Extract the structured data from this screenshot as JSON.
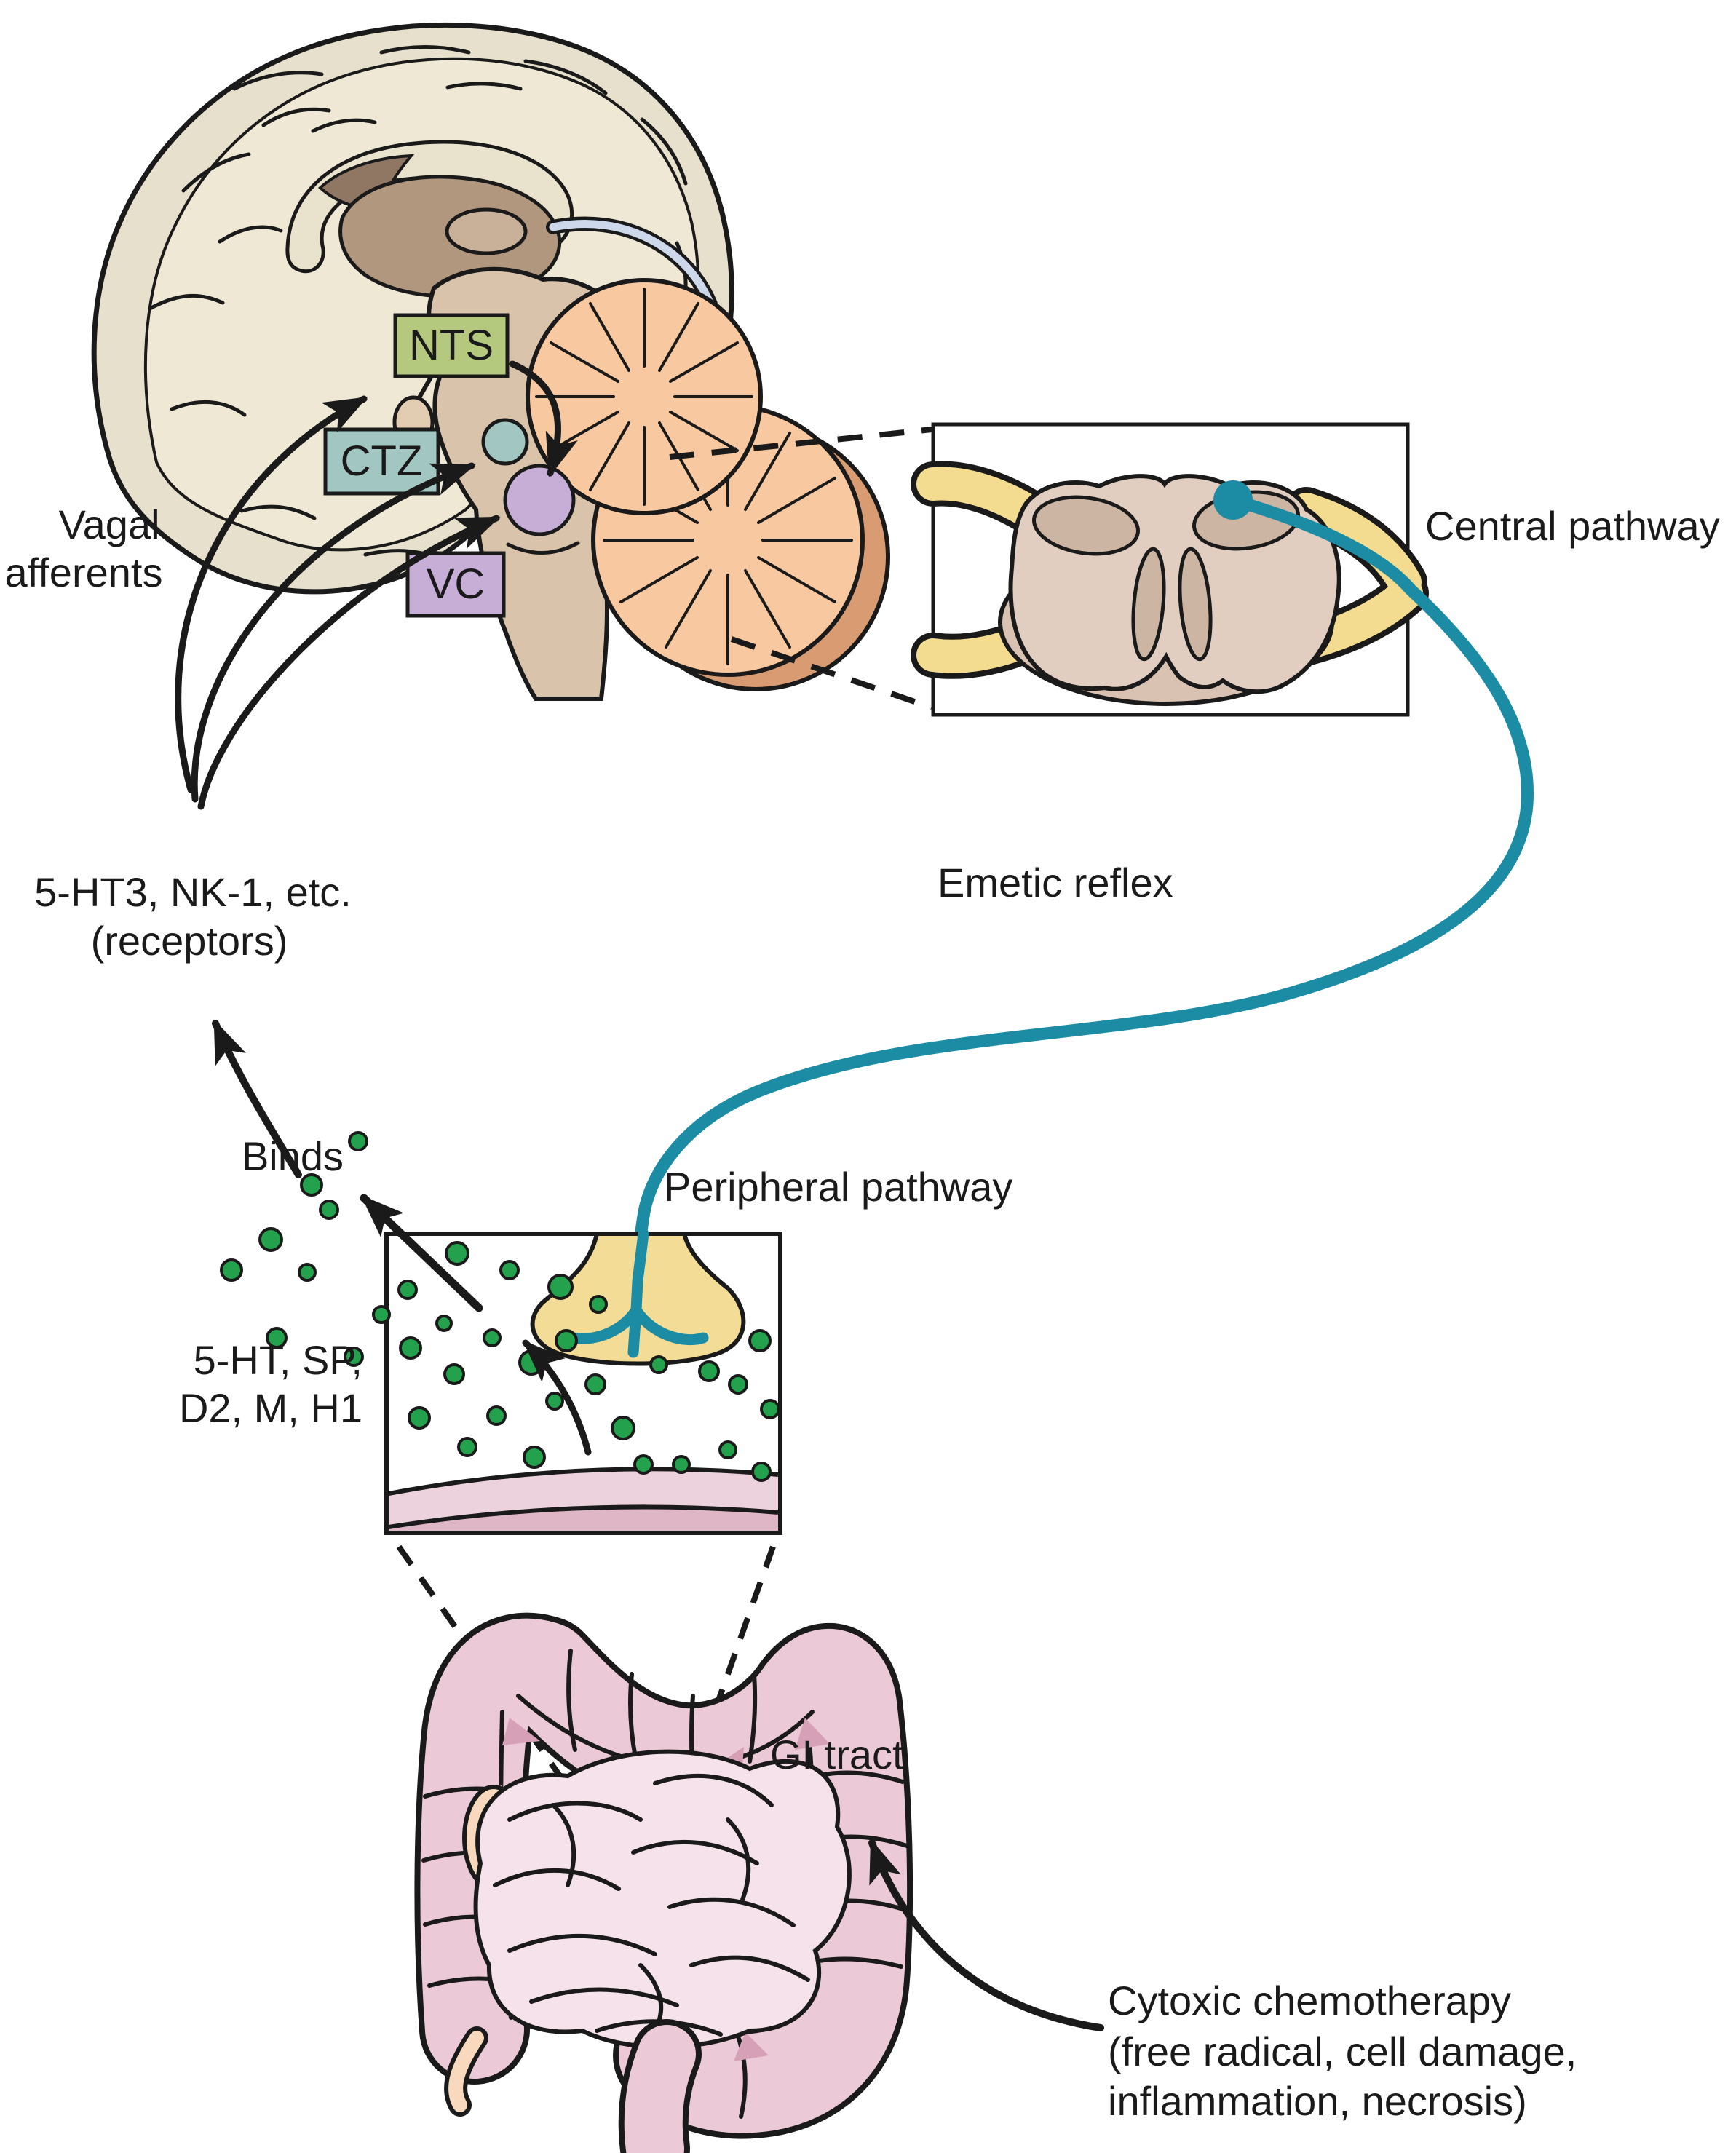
{
  "labels": {
    "vagal_line1": "Vagal",
    "vagal_line2": "afferents",
    "nts": "NTS",
    "ctz": "CTZ",
    "vc": "VC",
    "central_pathway": "Central pathway",
    "emetic_reflex": "Emetic reflex",
    "receptors_line1": "5-HT3, NK-1, etc.",
    "receptors_line2": "(receptors)",
    "binds": "Binds",
    "peripheral_pathway": "Peripheral pathway",
    "transmitters_line1": "5-HT, SP,",
    "transmitters_line2": "D2, M, H1",
    "gi_tract": "GI tract",
    "chemo_line1": "Cytoxic chemotherapy",
    "chemo_line2": "(free radical, cell damage,",
    "chemo_line3": "inflammation, necrosis)"
  },
  "colors": {
    "pathway_teal": "#1b8ca4",
    "nts_green": "#b5c97e",
    "ctz_teal": "#a2c6c2",
    "vc_purple": "#c6aed6",
    "transmitter_green": "#23a14c",
    "nerve_yellow": "#f3dc90",
    "cortex_beige": "#e7e0cc",
    "cerebellum_peach": "#f8c8a0",
    "gut_pink": "#ecc9d6"
  }
}
